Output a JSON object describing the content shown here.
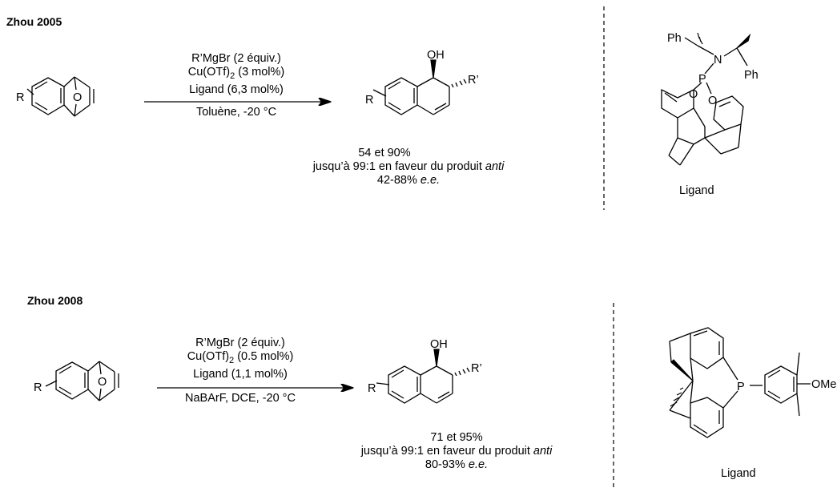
{
  "schemes": [
    {
      "title": "Zhou 2005",
      "conditions": [
        "R’MgBr (2 équiv.)",
        "Cu(OTf)",
        "2",
        " (3 mol%)",
        "Ligand (6,3 mol%)",
        "Toluène, -20 °C"
      ],
      "result_yield": "54 et 90%",
      "result_dr_prefix": "jusqu’à 99:1 en faveur du produit ",
      "result_dr_italic": "anti",
      "result_ee_value": "42-88% ",
      "result_ee_italic": "e.e.",
      "ligand_label": "Ligand",
      "atoms": {
        "R_start": "R",
        "O_bridge": "O",
        "OH": "OH",
        "R_prime": "R’",
        "R_prod": "R",
        "Ph1": "Ph",
        "Ph2": "Ph",
        "N": "N",
        "P": "P",
        "O1": "O",
        "O2": "O"
      }
    },
    {
      "title": "Zhou 2008",
      "conditions": [
        "R’MgBr (2 équiv.)",
        "Cu(OTf)",
        "2",
        " (0.5 mol%)",
        "Ligand (1,1 mol%)",
        "NaBArF, DCE, -20 °C"
      ],
      "result_yield": "71 et 95%",
      "result_dr_prefix": "jusqu’à 99:1 en faveur du produit ",
      "result_dr_italic": "anti",
      "result_ee_value": "80-93% ",
      "result_ee_italic": "e.e.",
      "ligand_label": "Ligand",
      "atoms": {
        "R_start": "R",
        "O_bridge": "O",
        "OH": "OH",
        "R_prime": "R’",
        "R_prod": "R",
        "P": "P",
        "OMe": "OMe"
      }
    }
  ]
}
